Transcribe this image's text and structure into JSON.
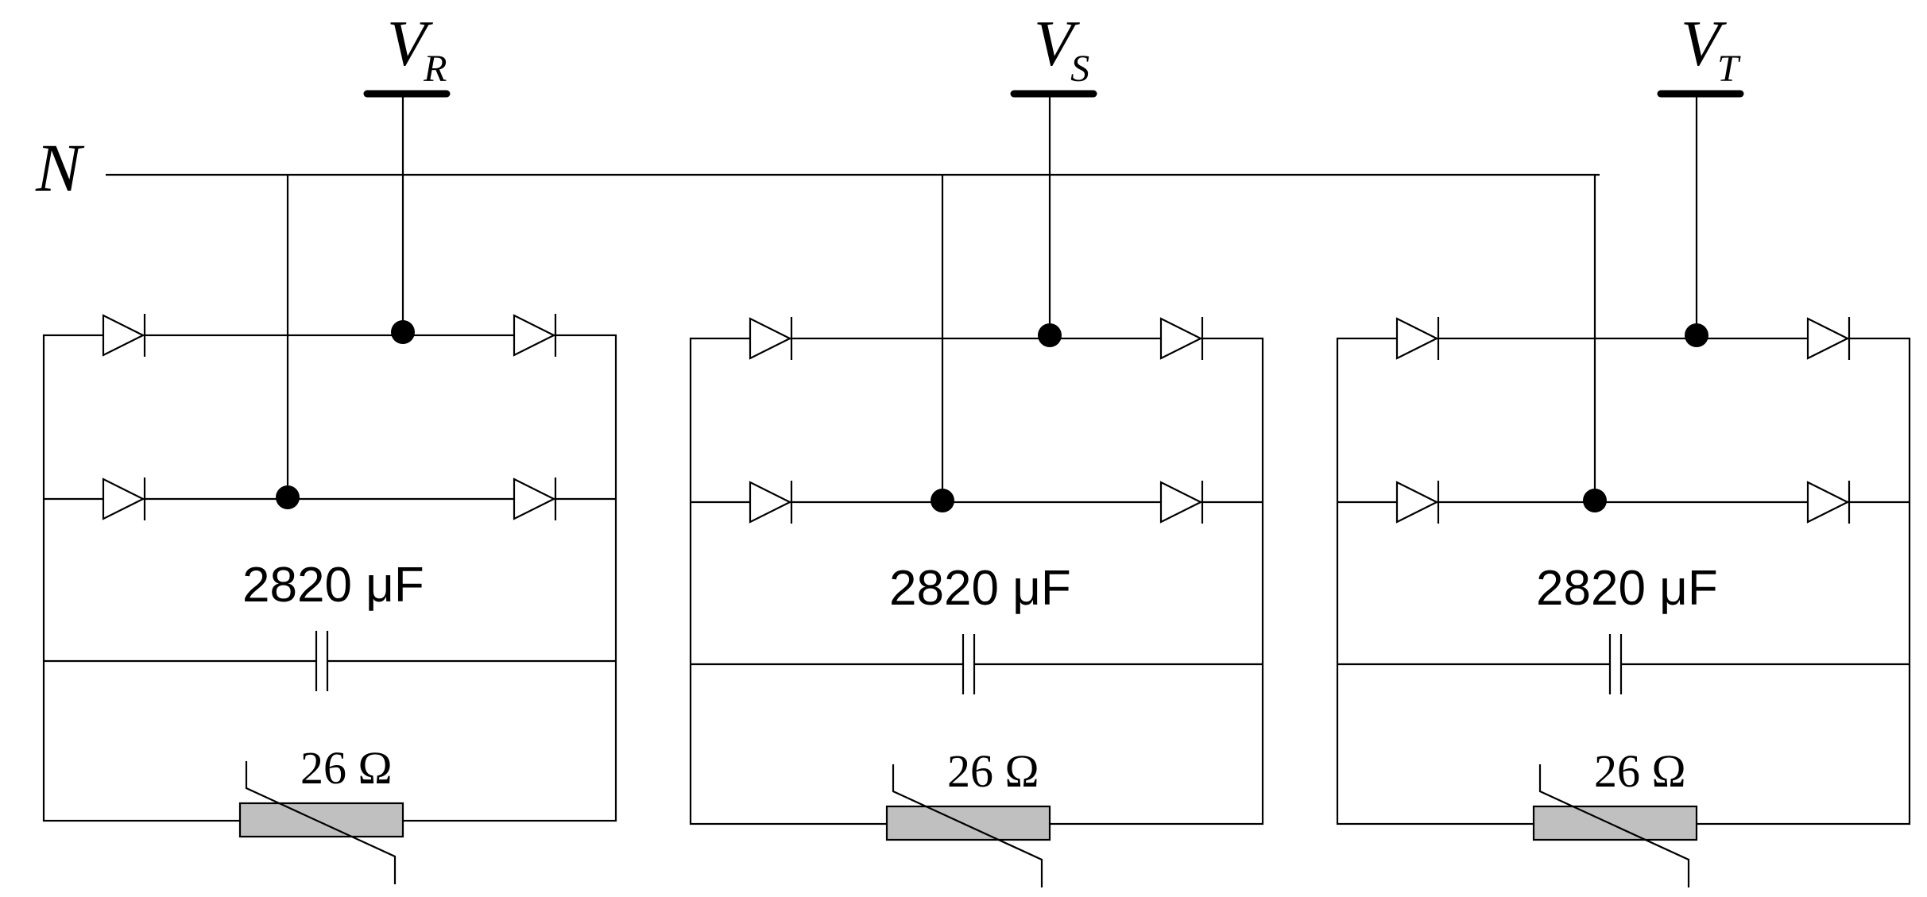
{
  "neutral_label": "N",
  "phases": [
    {
      "letter": "V",
      "sub": "R"
    },
    {
      "letter": "V",
      "sub": "S"
    },
    {
      "letter": "V",
      "sub": "T"
    }
  ],
  "capacitor_label": "2820 μF",
  "varistor_label": "26 Ω"
}
